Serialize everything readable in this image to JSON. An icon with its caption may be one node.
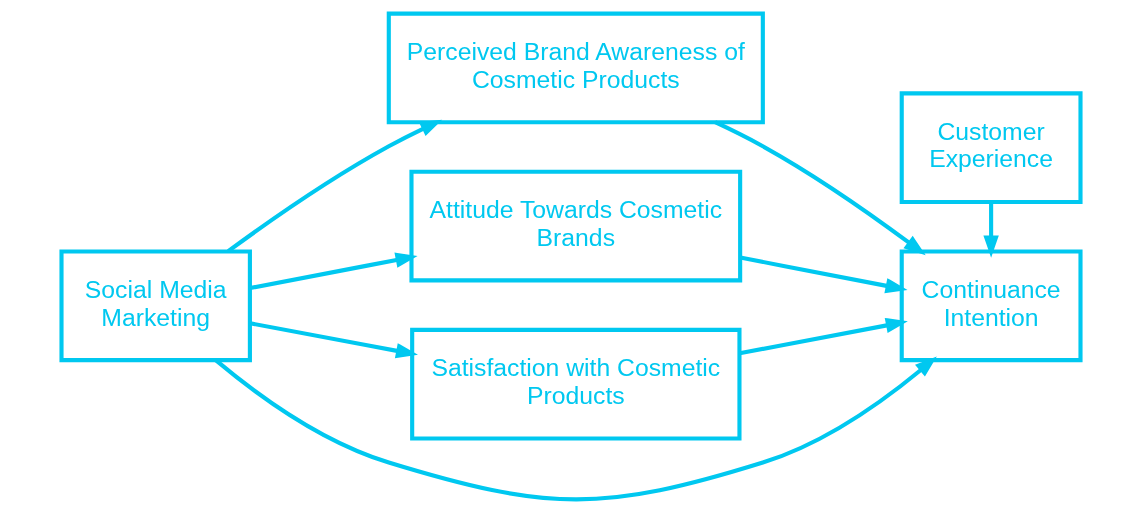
{
  "diagram": {
    "nodes": [
      {
        "text": [
          "Social Media Marketing"
        ]
      },
      {
        "text": [
          "Perceived Brand Awareness of Cosmetic Products"
        ]
      },
      {
        "text": [
          "Attitude Towards Cosmetic Brands"
        ]
      },
      {
        "text": [
          "Satisfaction with Cosmetic Products"
        ]
      },
      {
        "text": [
          "Customer Experience"
        ]
      },
      {
        "text": [
          "Continuance Intention"
        ]
      }
    ],
    "edges": [
      {
        "from": 0,
        "to": 1,
        "arrow": "to"
      },
      {
        "from": 0,
        "to": 2,
        "arrow": "to"
      },
      {
        "from": 0,
        "to": 3,
        "arrow": "to"
      },
      {
        "from": 1,
        "to": 5,
        "arrow": "to"
      },
      {
        "from": 2,
        "to": 5,
        "arrow": "to"
      },
      {
        "from": 3,
        "to": 5,
        "arrow": "to"
      },
      {
        "from": 4,
        "to": 5,
        "arrow": "to"
      },
      {
        "from": 0,
        "to": 5,
        "arrow": "to"
      }
    ]
  }
}
